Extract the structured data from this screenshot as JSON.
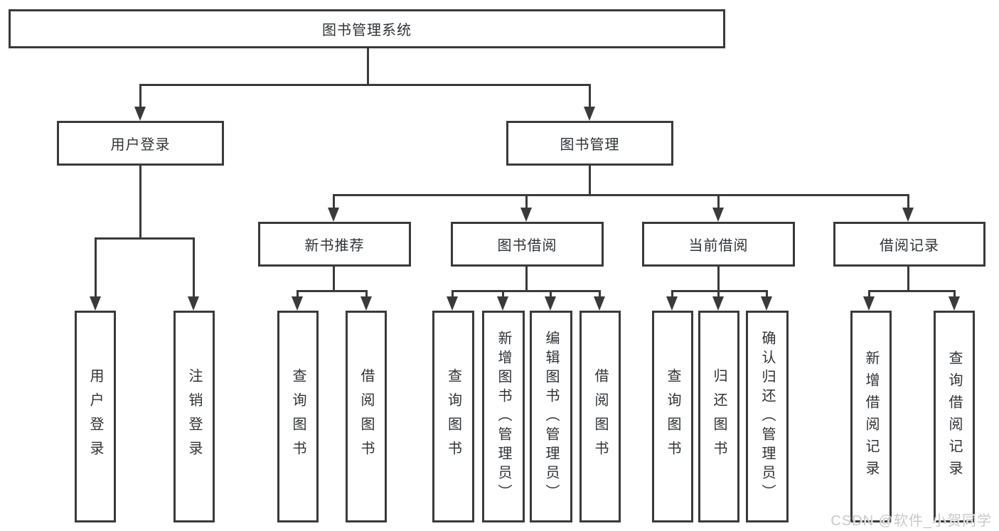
{
  "diagram_type": "hierarchy-tree",
  "watermark": "CSDN @软件_小贺同学",
  "colors": {
    "line": "#3a3a3a",
    "box_border": "#3a3a3a",
    "text": "#303236",
    "background": "#ffffff",
    "watermark": "#c9c9c9"
  },
  "nodes": {
    "root": "图书管理系统",
    "level2": [
      {
        "label": "用户登录"
      },
      {
        "label": "图书管理"
      }
    ],
    "level3": [
      {
        "label": "新书推荐"
      },
      {
        "label": "图书借阅"
      },
      {
        "label": "当前借阅"
      },
      {
        "label": "借阅记录"
      }
    ],
    "leaves": [
      {
        "label": "用户登录",
        "parent": "用户登录"
      },
      {
        "label": "注销登录",
        "parent": "用户登录"
      },
      {
        "label": "查询图书",
        "parent": "新书推荐"
      },
      {
        "label": "借阅图书",
        "parent": "新书推荐"
      },
      {
        "label": "查询图书",
        "parent": "图书借阅"
      },
      {
        "label": "新增图书（管理员）",
        "parent": "图书借阅"
      },
      {
        "label": "编辑图书（管理员）",
        "parent": "图书借阅"
      },
      {
        "label": "借阅图书",
        "parent": "图书借阅"
      },
      {
        "label": "查询图书",
        "parent": "当前借阅"
      },
      {
        "label": "归还图书",
        "parent": "当前借阅"
      },
      {
        "label": "确认归还（管理员）",
        "parent": "当前借阅"
      },
      {
        "label": "新增借阅记录",
        "parent": "借阅记录"
      },
      {
        "label": "查询借阅记录",
        "parent": "借阅记录"
      }
    ]
  }
}
